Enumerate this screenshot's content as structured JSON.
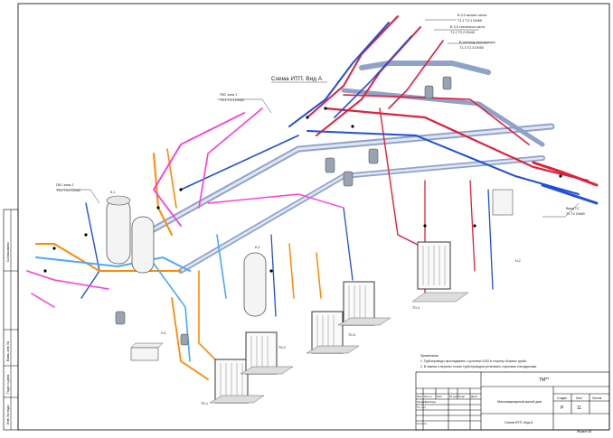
{
  "drawing": {
    "title": "Схема ИТП. Вид А",
    "callouts": [
      {
        "l1": "В 3.0 жилых части",
        "l2": "Т1.1 Т2.1 DN65"
      },
      {
        "l1": "В 3.0 техническ части",
        "l2": "Т1.2 Т2.2 DN40"
      },
      {
        "l1": "В систему вентиляции",
        "l2": "Т1.3 Т2.3 DN50"
      },
      {
        "l1": "ГВС зона 1",
        "l2": "Т3.1 Т4.1 DN32"
      },
      {
        "l1": "ГВС зона 2",
        "l2": "Т3.2 Т4.2 DN32"
      },
      {
        "l1": "Ввод ТС",
        "l2": "Т1 Т2 DN80"
      }
    ],
    "equipment_labels": [
      "ТО-1",
      "ТО-2",
      "ТО-3",
      "ТО-4",
      "Б-1",
      "Б-2",
      "Н-1",
      "Н-2"
    ],
    "notes": {
      "heading": "Примечания",
      "line1": "1. Трубопроводы прокладывать с уклоном 0,002 в сторону сборных трубы.",
      "line2": "2. В нижних и верхних точках трубопроводов установить спускники и воздушники."
    }
  },
  "left_strip": {
    "labels": [
      "Согласовано",
      "Инв. № подл.",
      "Подп. и дата",
      "Взам. инв. №"
    ]
  },
  "title_block": {
    "code": "ТМ**",
    "headers": [
      "Изм",
      "Кол.уч",
      "Лист",
      "№ док",
      "Подп.",
      "Дата"
    ],
    "developer_role": "Разраб.",
    "developer_name": "Хасбиев",
    "checker_role": "Т.к. (Н.)",
    "norm_role": "Н.контр.",
    "object_name": "Многоквартирный жилой дом",
    "sheet_name": "Схема ИТП. Вид А",
    "stage_label": "Стадия",
    "sheet_label": "Лист",
    "sheets_label": "Листов",
    "stage_value": "Р",
    "sheet_value": "11",
    "format": "Формат А3"
  },
  "colors": {
    "supply": "#e0203a",
    "return": "#1f4fd8",
    "dhw": "#ff8a00",
    "recirc": "#ff3ad8",
    "cold": "#4aa8ff",
    "steel": "#8fa3c8"
  }
}
